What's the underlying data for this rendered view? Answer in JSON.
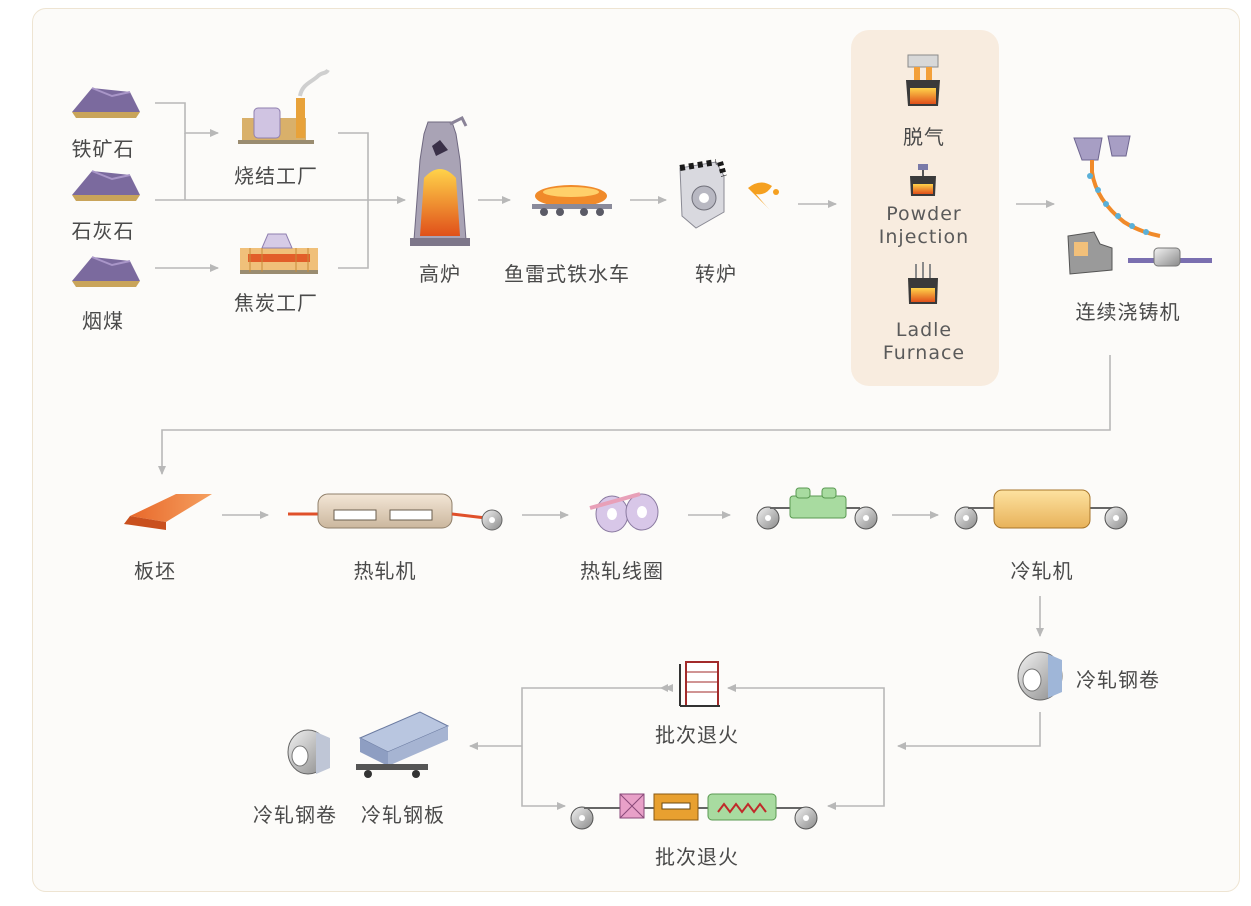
{
  "raw_materials": {
    "iron_ore": "铁矿石",
    "limestone": "石灰石",
    "coal": "烟煤"
  },
  "plants": {
    "sinter_plant": "烧结工厂",
    "coke_plant": "焦炭工厂"
  },
  "iron_making": {
    "blast_furnace": "高炉",
    "torpedo_car": "鱼雷式铁水车",
    "converter": "转炉"
  },
  "secondary_refining": {
    "degassing": "脱气",
    "powder_injection": "Powder Injection",
    "ladle_furnace": "Ladle Furnace"
  },
  "casting": {
    "continuous_caster": "连续浇铸机"
  },
  "rolling": {
    "slab": "板坯",
    "hot_rolling_mill": "热轧机",
    "hot_rolled_coil": "热轧线圈",
    "cold_rolling_mill": "冷轧机",
    "cold_rolled_coil": "冷轧钢卷"
  },
  "annealing": {
    "batch_annealing_top": "批次退火",
    "batch_annealing_bottom": "批次退火"
  },
  "products": {
    "cold_rolled_coil": "冷轧钢卷",
    "cold_rolled_sheet": "冷轧钢板"
  },
  "colors": {
    "arrow": "#bdbdbd",
    "text": "#4a4a4a",
    "panel": "#f8ecdf",
    "molten": "#f07a20"
  }
}
